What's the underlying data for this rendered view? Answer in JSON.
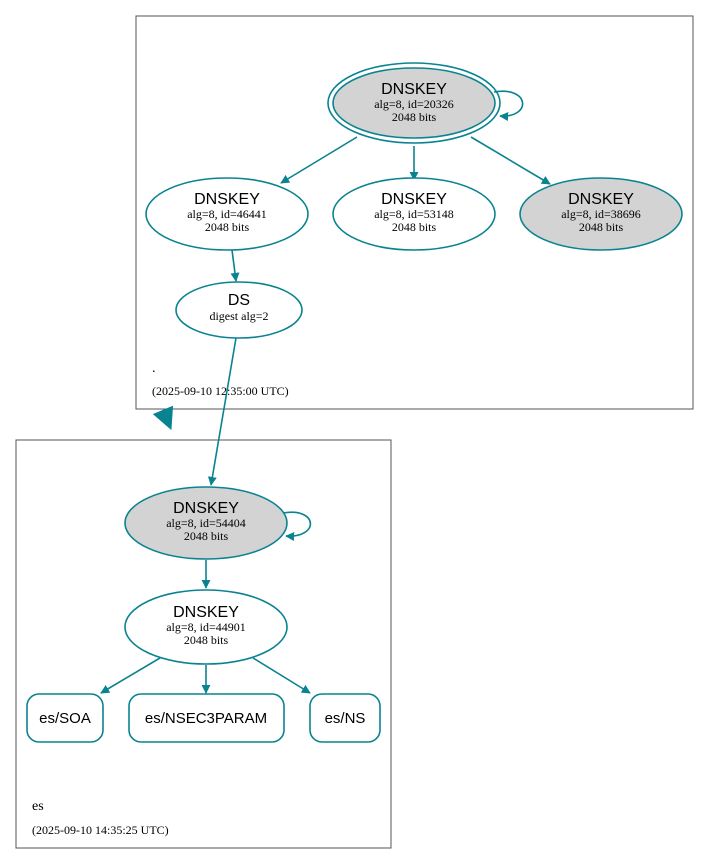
{
  "colors": {
    "edge": "#0a8391",
    "ksk_fill": "#d3d3d3",
    "zsk_fill": "#ffffff",
    "border": "#555555"
  },
  "root_zone": {
    "name": ".",
    "timestamp": "(2025-09-10 12:35:00 UTC)",
    "ksk": {
      "title": "DNSKEY",
      "line1": "alg=8, id=20326",
      "line2": "2048 bits"
    },
    "zsk1": {
      "title": "DNSKEY",
      "line1": "alg=8, id=46441",
      "line2": "2048 bits"
    },
    "zsk2": {
      "title": "DNSKEY",
      "line1": "alg=8, id=53148",
      "line2": "2048 bits"
    },
    "key3": {
      "title": "DNSKEY",
      "line1": "alg=8, id=38696",
      "line2": "2048 bits"
    },
    "ds": {
      "title": "DS",
      "line1": "digest alg=2"
    }
  },
  "es_zone": {
    "name": "es",
    "timestamp": "(2025-09-10 14:35:25 UTC)",
    "ksk": {
      "title": "DNSKEY",
      "line1": "alg=8, id=54404",
      "line2": "2048 bits"
    },
    "zsk": {
      "title": "DNSKEY",
      "line1": "alg=8, id=44901",
      "line2": "2048 bits"
    },
    "rrsets": [
      {
        "label": "es/SOA"
      },
      {
        "label": "es/NSEC3PARAM"
      },
      {
        "label": "es/NS"
      }
    ]
  }
}
